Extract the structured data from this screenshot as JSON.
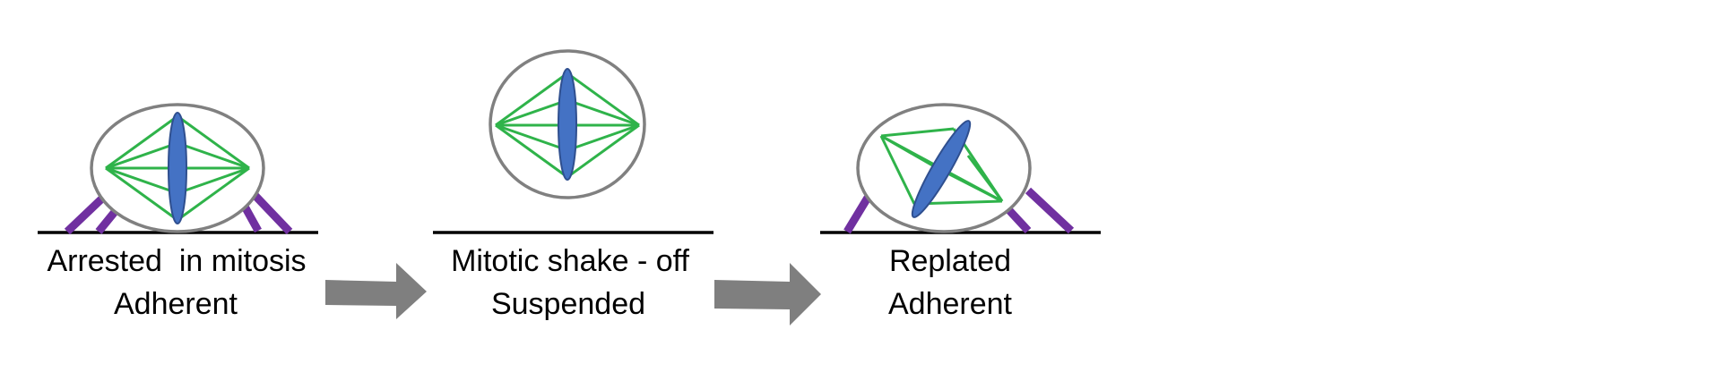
{
  "stages": [
    {
      "line1": "Arrested  in mitosis",
      "line2": "Adherent"
    },
    {
      "line1": "Mitotic shake - off",
      "line2": "Suspended"
    },
    {
      "line1": "Replated",
      "line2": "Adherent"
    }
  ],
  "colors": {
    "cell_outline": "#808080",
    "spindle": "#2fb34a",
    "chromosomes": "#4472c4",
    "chromosome_outline": "#2f4f8f",
    "adhesion": "#7030a0",
    "substrate": "#000000",
    "arrow": "#7f7f7f"
  }
}
